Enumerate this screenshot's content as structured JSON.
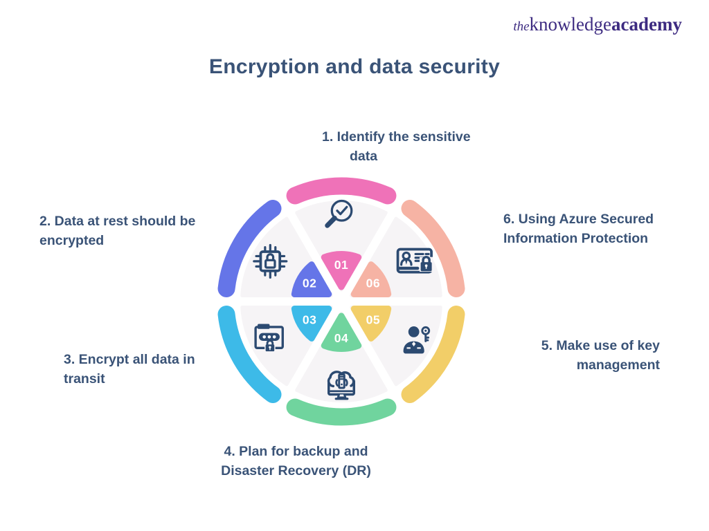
{
  "brand": {
    "the": "the",
    "knowledge": "knowledge",
    "academy": "academy"
  },
  "title": "Encryption and data security",
  "wheel": {
    "slice_bg": "#F6F4F6",
    "icon_color": "#2C4A71",
    "number_color": "#FFFFFF",
    "segments": [
      {
        "number": "01",
        "color": "#EF72B8",
        "icon": "search-check-icon"
      },
      {
        "number": "02",
        "color": "#6575E8",
        "icon": "chip-lock-icon"
      },
      {
        "number": "03",
        "color": "#3DBAE8",
        "icon": "folder-password-icon"
      },
      {
        "number": "04",
        "color": "#70D49E",
        "icon": "cloud-backup-icon"
      },
      {
        "number": "05",
        "color": "#F2CE68",
        "icon": "user-key-icon"
      },
      {
        "number": "06",
        "color": "#F6B3A4",
        "icon": "id-card-lock-icon"
      }
    ]
  },
  "labels": {
    "l1": {
      "line1": "1. Identify the sensitive",
      "line2": "data"
    },
    "l2": {
      "line1": "2. Data at rest should be",
      "line2": "encrypted"
    },
    "l3": {
      "line1": "3. Encrypt all data in",
      "line2": "transit"
    },
    "l4": {
      "line1": "4. Plan for backup and",
      "line2": "Disaster Recovery (DR)"
    },
    "l5": {
      "line1": "5. Make use of key",
      "line2": "management"
    },
    "l6": {
      "line1": "6. Using Azure Secured",
      "line2": "Information Protection"
    }
  },
  "colors": {
    "title": "#3A5377",
    "label": "#3A5377",
    "logo": "#3D2B81",
    "background": "#FFFFFF"
  }
}
